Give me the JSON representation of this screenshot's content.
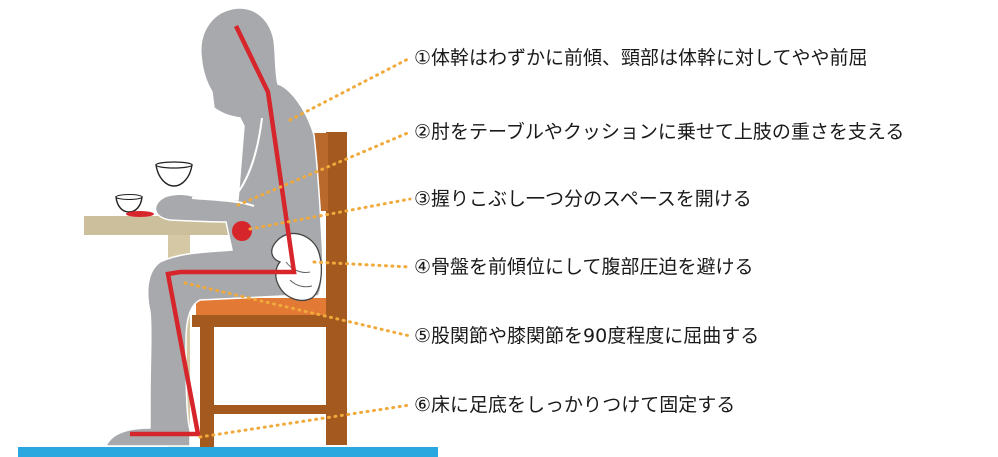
{
  "annotations": [
    {
      "text": "①体幹はわずかに前傾、頸部は体幹に対してやや前屈"
    },
    {
      "text": "②肘をテーブルやクッションに乗せて上肢の重さを支える"
    },
    {
      "text": "③握りこぶし一つ分のスペースを開ける"
    },
    {
      "text": "④骨盤を前傾位にして腹部圧迫を避ける"
    },
    {
      "text": "⑤股関節や膝関節を90度程度に屈曲する"
    },
    {
      "text": "⑥床に足底をしっかりつけて固定する"
    }
  ],
  "colors": {
    "figure": "#a7a9ac",
    "figure_outline": "#ffffff",
    "posture_line": "#d7262b",
    "leader_dots": "#f1a93a",
    "chair_wood": "#a45a1f",
    "chair_seat": "#e27a36",
    "table_top": "#ccbf9c",
    "table_leg": "#d5c8a5",
    "floor": "#29a8df",
    "fist_ball": "#d7262b"
  }
}
